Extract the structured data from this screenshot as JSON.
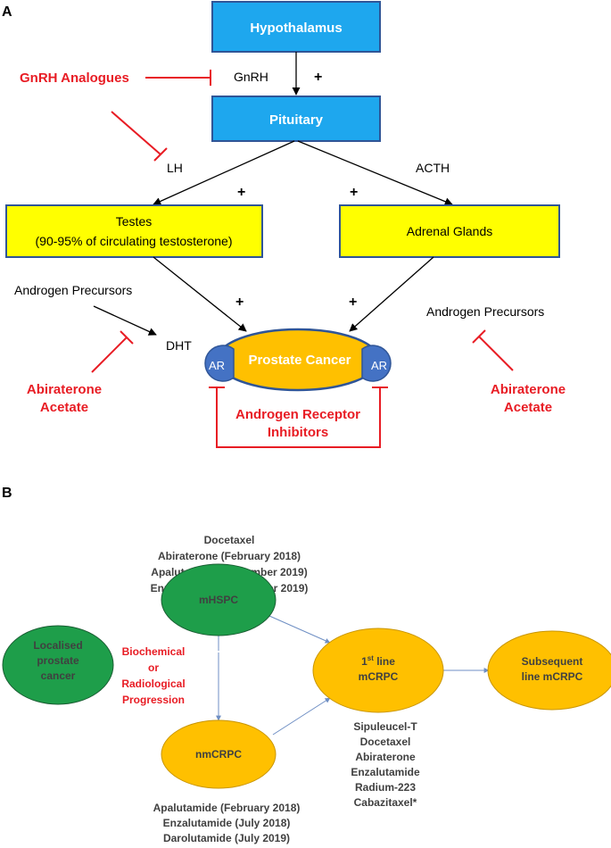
{
  "colors": {
    "blue_box": "#1ea7ee",
    "blue_border": "#2f5597",
    "yellow_box": "#ffff00",
    "prostate_fill": "#ffc000",
    "ar_fill": "#4472c4",
    "inhibit_red": "#e81c24",
    "green_node": "#1e9e4a",
    "orange_node": "#ffc000",
    "edge_blue": "#6f8fc4",
    "text_gray": "#404040"
  },
  "panel_a": {
    "label": "A",
    "hypothalamus": "Hypothalamus",
    "pituitary": "Pituitary",
    "gnrh": "GnRH",
    "gnrh_analogues": "GnRH Analogues",
    "lh": "LH",
    "acth": "ACTH",
    "testes_line1": "Testes",
    "testes_line2": "(90-95% of circulating testosterone)",
    "adrenal": "Adrenal Glands",
    "androgen_precursors_left": "Androgen Precursors",
    "androgen_precursors_right": "Androgen Precursors",
    "dht": "DHT",
    "prostate_cancer": "Prostate Cancer",
    "ar_left": "AR",
    "ar_right": "AR",
    "abiraterone_left_1": "Abiraterone",
    "abiraterone_left_2": "Acetate",
    "abiraterone_right_1": "Abiraterone",
    "abiraterone_right_2": "Acetate",
    "ar_inhibitors_1": "Androgen Receptor",
    "ar_inhibitors_2": "Inhibitors",
    "plus": "+"
  },
  "panel_b": {
    "label": "B",
    "localised_1": "Localised",
    "localised_2": "prostate",
    "localised_3": "cancer",
    "mhspc": "mHSPC",
    "nmcrpc": "nmCRPC",
    "first_line_num": "1",
    "first_line_sup": "st",
    "first_line_word": " line",
    "first_line_2": "mCRPC",
    "subsequent_1": "Subsequent",
    "subsequent_2": "line mCRPC",
    "progression": [
      "Biochemical",
      "or",
      "Radiological",
      "Progression"
    ],
    "mhspc_treatments": [
      "Docetaxel",
      "Abiraterone (February 2018)",
      "Apalutamide (September 2019)",
      "Enzalutamide (December 2019)"
    ],
    "nmcrpc_treatments": [
      "Apalutamide (February 2018)",
      "Enzalutamide (July 2018)",
      "Darolutamide (July 2019)"
    ],
    "first_line_treatments": [
      "Sipuleucel-T",
      "Docetaxel",
      "Abiraterone",
      "Enzalutamide",
      "Radium-223",
      "Cabazitaxel*"
    ]
  }
}
